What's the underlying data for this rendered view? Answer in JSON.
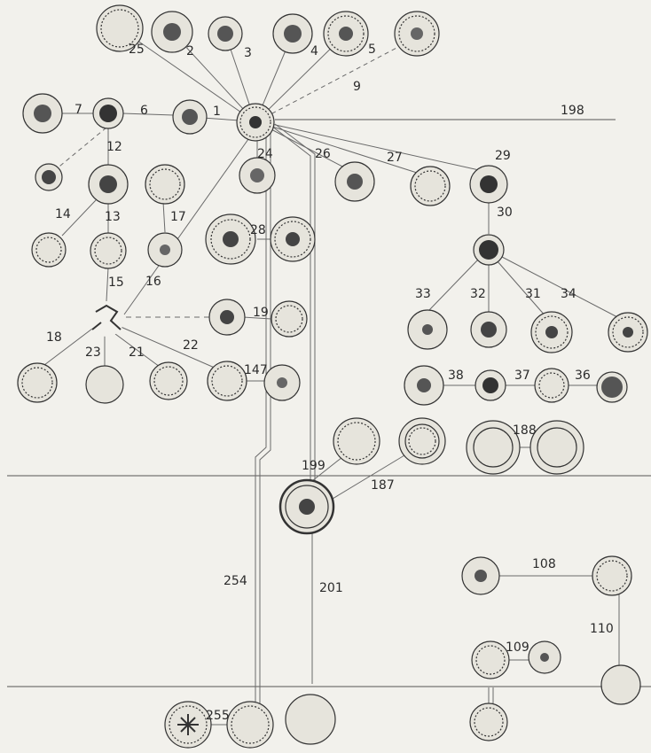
{
  "labels": {
    "l1": "1",
    "l2": "2",
    "l3": "3",
    "l4": "4",
    "l5": "5",
    "l6": "6",
    "l7": "7",
    "l9": "9",
    "l12": "12",
    "l13": "13",
    "l14": "14",
    "l15": "15",
    "l16": "16",
    "l17": "17",
    "l18": "18",
    "l19": "19",
    "l21": "21",
    "l22": "22",
    "l23": "23",
    "l24": "24",
    "l25": "25",
    "l26": "26",
    "l27": "27",
    "l28": "28",
    "l29": "29",
    "l30": "30",
    "l31": "31",
    "l32": "32",
    "l33": "33",
    "l34": "34",
    "l36": "36",
    "l37": "37",
    "l38": "38",
    "l108": "108",
    "l109": "109",
    "l110": "110",
    "l147": "147",
    "l187": "187",
    "l188": "188",
    "l198": "198",
    "l199": "199",
    "l201": "201",
    "l254": "254",
    "l255": "255"
  },
  "colors": {
    "ink": "#2b2b2b",
    "line": "#6a6a6a",
    "paper": "#f2f1ec",
    "coin_fill": "#e6e4dc"
  }
}
